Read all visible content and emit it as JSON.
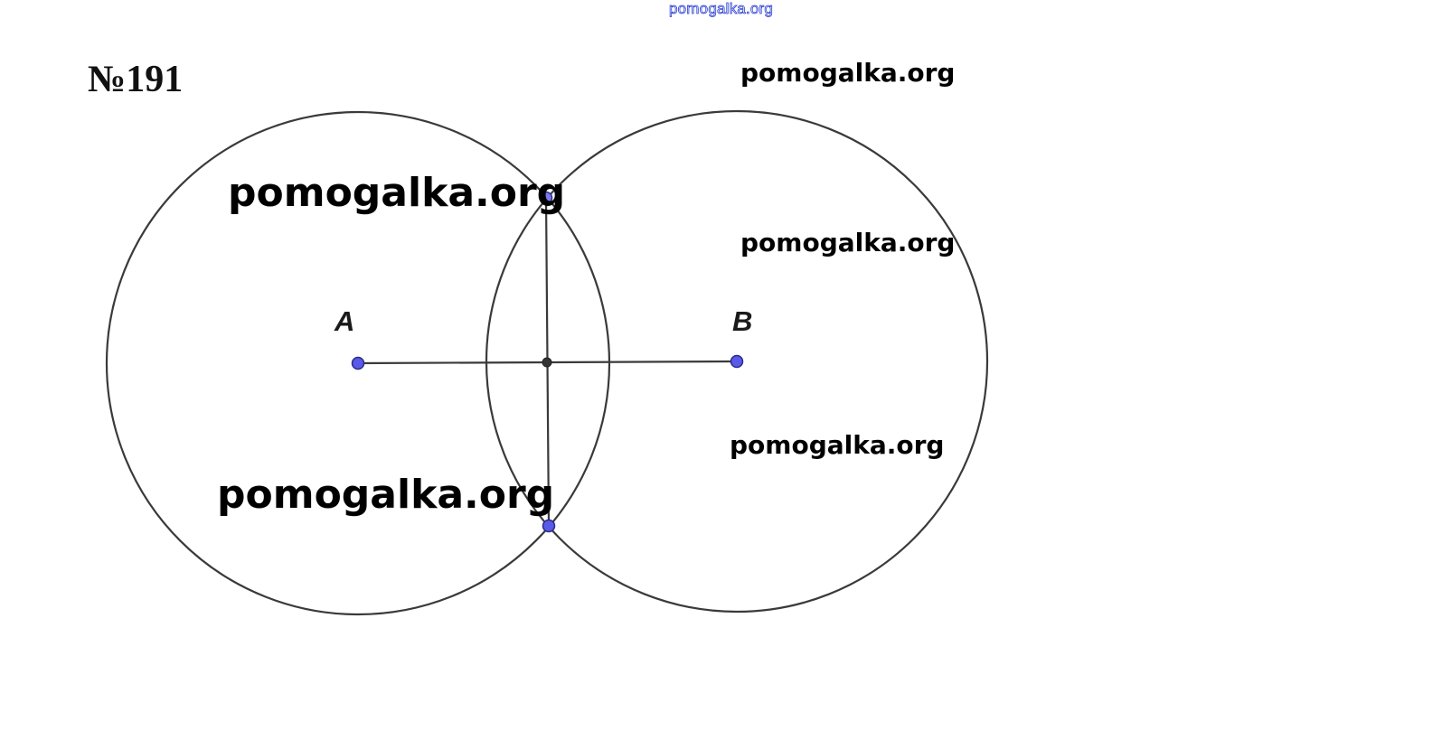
{
  "header": {
    "site_link": "pomogalka.org"
  },
  "problem": {
    "number": "№191"
  },
  "diagram": {
    "points": {
      "a_label": "A",
      "b_label": "B"
    },
    "colors": {
      "circle_stroke": "#3a3a3a",
      "segment_stroke": "#3a3a3a",
      "point_fill": "#5a5ae8",
      "point_stroke": "#2a2a8a",
      "midpoint_fill": "#333333"
    }
  },
  "watermarks": {
    "top_right": "pomogalka.org",
    "upper_left": "pomogalka.org",
    "mid_right": "pomogalka.org",
    "lower_right": "pomogalka.org",
    "lower_left": "pomogalka.org"
  }
}
